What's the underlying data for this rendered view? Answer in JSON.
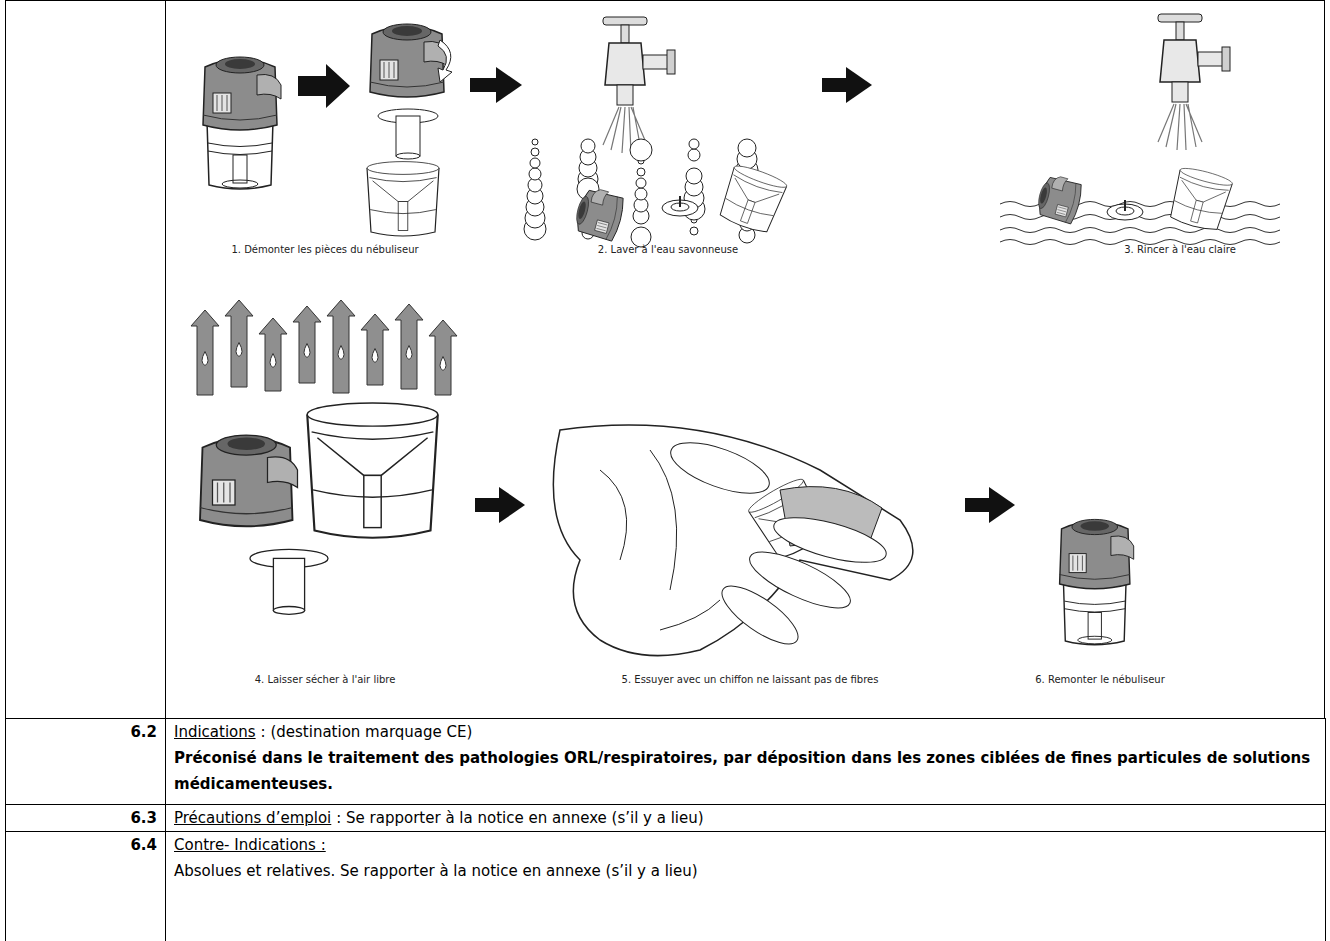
{
  "diagram": {
    "nodes": [
      {
        "text": [
          "1. Démonter les pièces du nébuliseur"
        ]
      },
      {
        "text": [
          "2. Laver à l'eau savonneuse"
        ]
      },
      {
        "text": [
          "3. Rincer à l'eau claire"
        ]
      },
      {
        "text": [
          "4. Laisser sécher à l'air libre"
        ]
      },
      {
        "text": [
          "5. Essuyer avec un chiffon ne laissant pas de fibres"
        ]
      },
      {
        "text": [
          "6. Remonter le nébuliseur"
        ]
      }
    ],
    "edges": [
      {
        "from": 0,
        "to": 1,
        "arrow": "to"
      },
      {
        "from": 1,
        "to": 2,
        "arrow": "to"
      },
      {
        "from": 3,
        "to": 4,
        "arrow": "to"
      },
      {
        "from": 4,
        "to": 5,
        "arrow": "to"
      }
    ],
    "labels": [
      "6.2",
      "Indications",
      ": (destination marquage CE)",
      "Préconisé dans le traitement des pathologies ORL/respiratoires, par déposition dans les zones ciblées de fines particules de solutions médicamenteuses.",
      "6.3",
      "Précautions d’emploi",
      ": Se rapporter à la notice en annexe (s’il y a lieu)",
      "6.4",
      "Contre- Indications :",
      "Absolues et relatives. Se rapporter à la notice en annexe (s’il y a lieu)"
    ]
  }
}
